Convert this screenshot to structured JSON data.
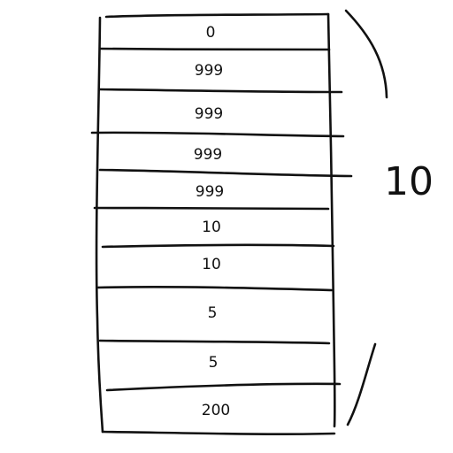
{
  "stack": {
    "cells": [
      "0",
      "999",
      "999",
      "999",
      "999",
      "10",
      "10",
      "5",
      "5",
      "200"
    ]
  },
  "annotation": {
    "label": "10"
  }
}
